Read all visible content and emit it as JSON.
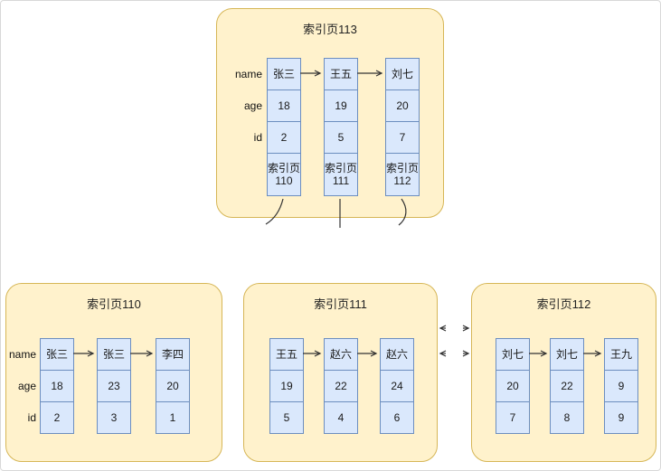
{
  "colors": {
    "page_fill": "#FFF2CC",
    "page_border": "#D6B656",
    "cell_fill": "#DAE8FC",
    "cell_border": "#6C8EBF"
  },
  "pages": {
    "p113": {
      "title": "索引页113",
      "row_labels": [
        "name",
        "age",
        "id"
      ],
      "columns": [
        {
          "name": "张三",
          "age": "18",
          "id": "2",
          "child": "索引页110"
        },
        {
          "name": "王五",
          "age": "19",
          "id": "5",
          "child": "索引页111"
        },
        {
          "name": "刘七",
          "age": "20",
          "id": "7",
          "child": "索引页112"
        }
      ]
    },
    "p110": {
      "title": "索引页110",
      "row_labels": [
        "name",
        "age",
        "id"
      ],
      "columns": [
        {
          "name": "张三",
          "age": "18",
          "id": "2"
        },
        {
          "name": "张三",
          "age": "23",
          "id": "3"
        },
        {
          "name": "李四",
          "age": "20",
          "id": "1"
        }
      ]
    },
    "p111": {
      "title": "索引页111",
      "columns": [
        {
          "name": "王五",
          "age": "19",
          "id": "5"
        },
        {
          "name": "赵六",
          "age": "22",
          "id": "4"
        },
        {
          "name": "赵六",
          "age": "24",
          "id": "6"
        }
      ]
    },
    "p112": {
      "title": "索引页112",
      "columns": [
        {
          "name": "刘七",
          "age": "20",
          "id": "7"
        },
        {
          "name": "刘七",
          "age": "22",
          "id": "8"
        },
        {
          "name": "王九",
          "age": "9",
          "id": "9"
        }
      ]
    }
  }
}
